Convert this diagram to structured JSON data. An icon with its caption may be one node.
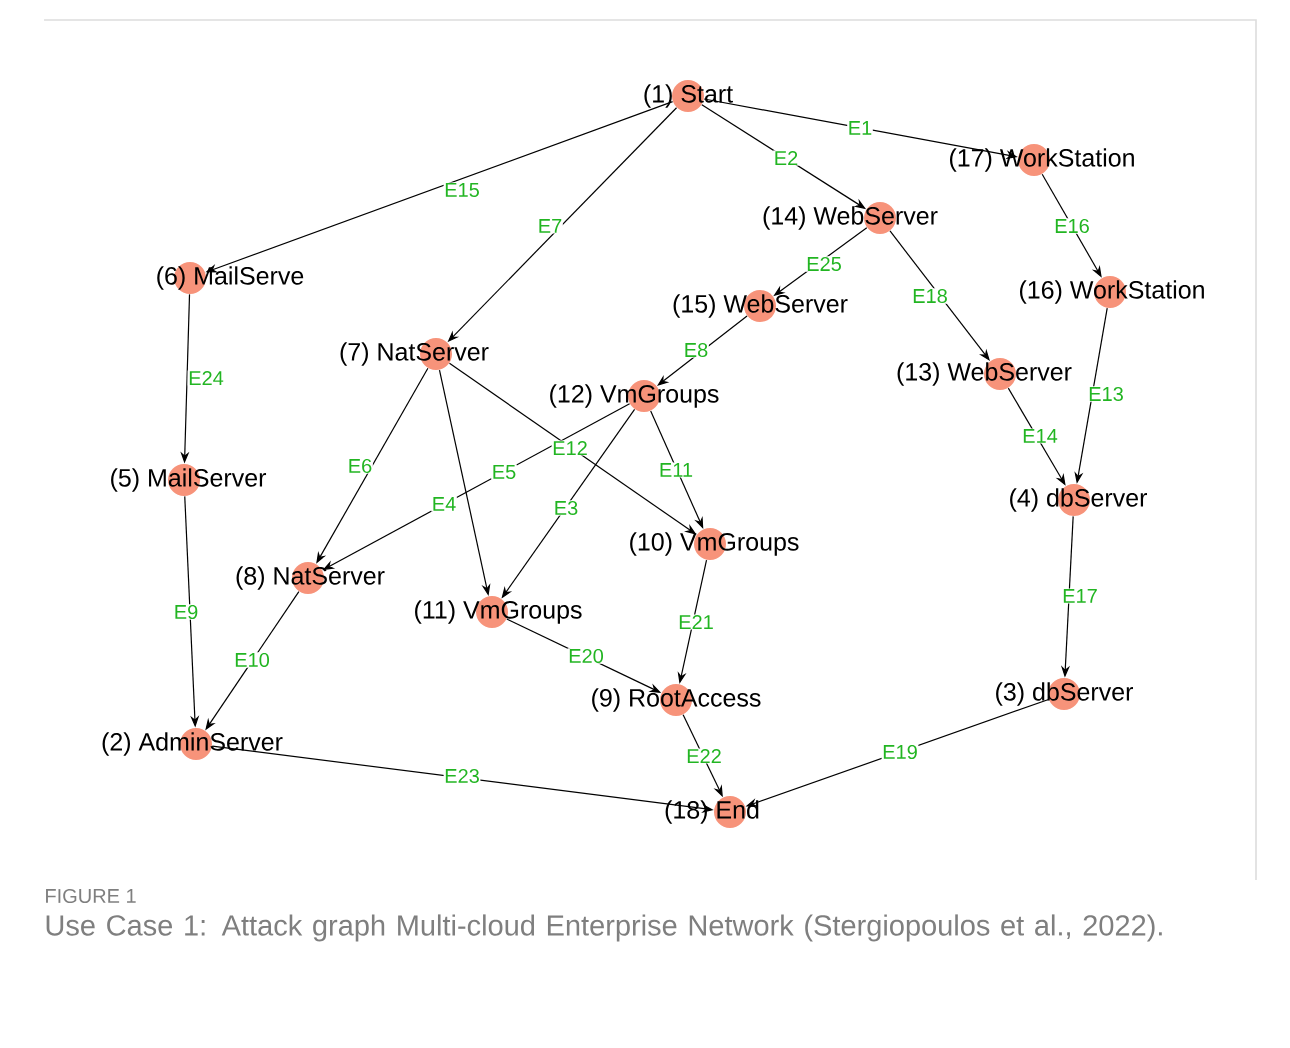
{
  "diagram": {
    "caption": "Use Case 1: Attack graph Multi-cloud Enterprise Network (Stergiopoulos et al., 2022).",
    "nodes": [
      {
        "text": [
          "(1) Start"
        ]
      },
      {
        "text": [
          "(2) AdminServer"
        ]
      },
      {
        "text": [
          "(3) dbServer"
        ]
      },
      {
        "text": [
          "(4) dbServer"
        ]
      },
      {
        "text": [
          "(5) MailServer"
        ]
      },
      {
        "text": [
          "(6) MailServe"
        ]
      },
      {
        "text": [
          "(7) NatServer"
        ]
      },
      {
        "text": [
          "(8) NatServer"
        ]
      },
      {
        "text": [
          "(9) RootAccess"
        ]
      },
      {
        "text": [
          "(10) VmGroups"
        ]
      },
      {
        "text": [
          "(11) VmGroups"
        ]
      },
      {
        "text": [
          "(12) VmGroups"
        ]
      },
      {
        "text": [
          "(13) WebServer"
        ]
      },
      {
        "text": [
          "(14) WebServer"
        ]
      },
      {
        "text": [
          "(15) WebServer"
        ]
      },
      {
        "text": [
          "(16) WorkStation"
        ]
      },
      {
        "text": [
          "(17) WorkStation"
        ]
      },
      {
        "text": [
          "(18) End"
        ]
      }
    ],
    "edges": [
      {
        "from": 0,
        "to": 16,
        "arrow": "to",
        "label": "E1"
      },
      {
        "from": 0,
        "to": 13,
        "arrow": "to",
        "label": "E2"
      },
      {
        "from": 11,
        "to": 10,
        "arrow": "to",
        "label": "E3"
      },
      {
        "from": 6,
        "to": 10,
        "arrow": "to",
        "label": "E4"
      },
      {
        "from": 11,
        "to": 7,
        "arrow": "to",
        "label": "E5"
      },
      {
        "from": 6,
        "to": 7,
        "arrow": "to",
        "label": "E6"
      },
      {
        "from": 0,
        "to": 6,
        "arrow": "to",
        "label": "E7"
      },
      {
        "from": 14,
        "to": 11,
        "arrow": "to",
        "label": "E8"
      },
      {
        "from": 4,
        "to": 1,
        "arrow": "to",
        "label": "E9"
      },
      {
        "from": 7,
        "to": 1,
        "arrow": "to",
        "label": "E10"
      },
      {
        "from": 11,
        "to": 9,
        "arrow": "to",
        "label": "E11"
      },
      {
        "from": 6,
        "to": 9,
        "arrow": "to",
        "label": "E12"
      },
      {
        "from": 15,
        "to": 3,
        "arrow": "to",
        "label": "E13"
      },
      {
        "from": 12,
        "to": 3,
        "arrow": "to",
        "label": "E14"
      },
      {
        "from": 0,
        "to": 5,
        "arrow": "to",
        "label": "E15"
      },
      {
        "from": 16,
        "to": 15,
        "arrow": "to",
        "label": "E16"
      },
      {
        "from": 3,
        "to": 2,
        "arrow": "to",
        "label": "E17"
      },
      {
        "from": 13,
        "to": 12,
        "arrow": "to",
        "label": "E18"
      },
      {
        "from": 2,
        "to": 17,
        "arrow": "to",
        "label": "E19"
      },
      {
        "from": 10,
        "to": 8,
        "arrow": "to",
        "label": "E20"
      },
      {
        "from": 9,
        "to": 8,
        "arrow": "to",
        "label": "E21"
      },
      {
        "from": 8,
        "to": 17,
        "arrow": "to",
        "label": "E22"
      },
      {
        "from": 1,
        "to": 17,
        "arrow": "to",
        "label": "E23"
      },
      {
        "from": 5,
        "to": 4,
        "arrow": "to",
        "label": "E24"
      },
      {
        "from": 13,
        "to": 14,
        "arrow": "to",
        "label": "E25"
      }
    ],
    "labels": [
      "FIGURE 1"
    ]
  }
}
